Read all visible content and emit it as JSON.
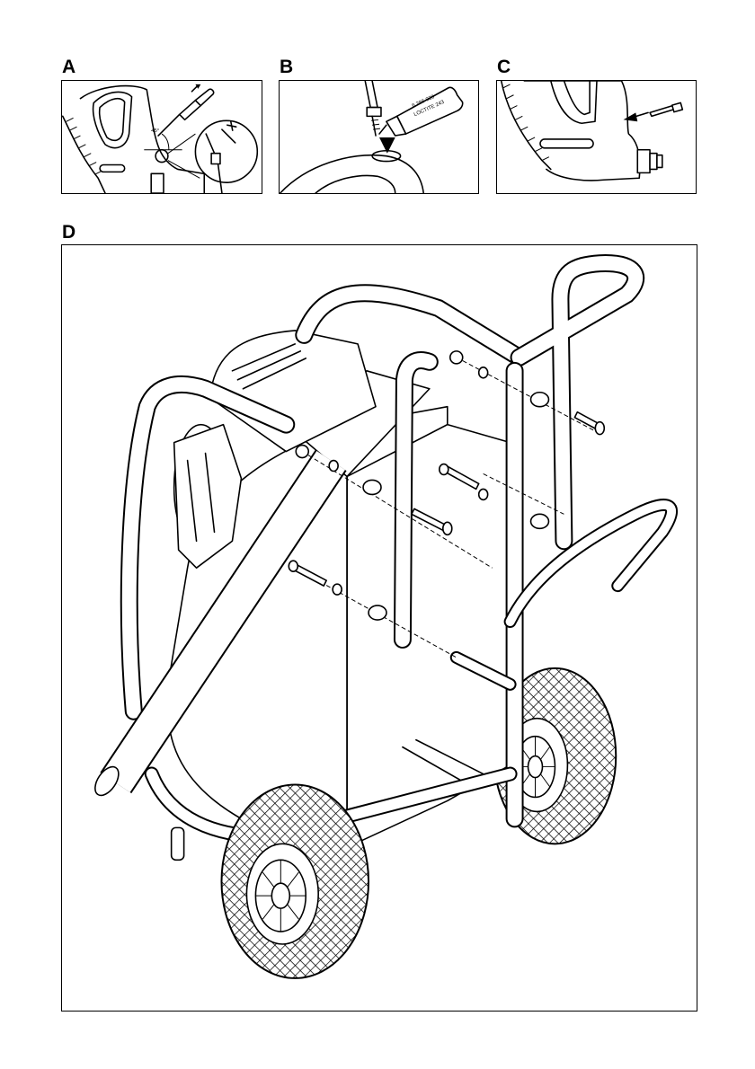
{
  "panels": {
    "a": {
      "label": "A",
      "angle_text": "45°"
    },
    "b": {
      "label": "B",
      "tube_text_1": "6.288-028",
      "tube_text_2": "LOCTITE 243"
    },
    "c": {
      "label": "C"
    },
    "d": {
      "label": "D"
    }
  }
}
